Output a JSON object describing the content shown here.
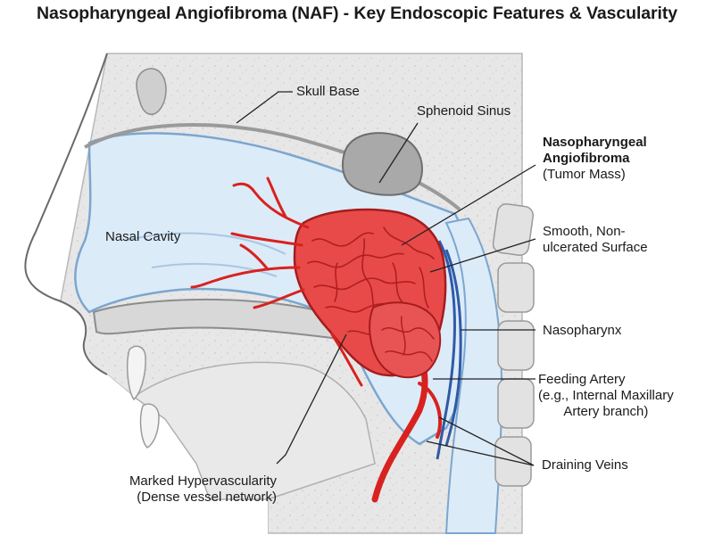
{
  "title": "Nasopharyngeal Angiofibroma (NAF) - Key Endoscopic Features & Vascularity",
  "labels": {
    "skull_base": "Skull Base",
    "sphenoid_sinus": "Sphenoid Sinus",
    "nasal_cavity": "Nasal Cavity",
    "tumor_line1": "Nasopharyngeal",
    "tumor_line2": "Angiofibroma",
    "tumor_line3": "(Tumor Mass)",
    "surface_line1": "Smooth, Non-",
    "surface_line2": "ulcerated Surface",
    "nasopharynx": "Nasopharynx",
    "artery_line1": "Feeding Artery",
    "artery_line2": "(e.g., Internal Maxillary",
    "artery_line3": "Artery branch)",
    "veins": "Draining Veins",
    "hyper_line1": "Marked Hypervascularity",
    "hyper_line2": "(Dense vessel network)"
  },
  "colors": {
    "tumor": "#e84a4a",
    "tumor_outline": "#a61c1c",
    "artery": "#d8221f",
    "vein": "#2f5aa8",
    "bone": "#e6e6e6",
    "airway": "#dcebf8"
  }
}
